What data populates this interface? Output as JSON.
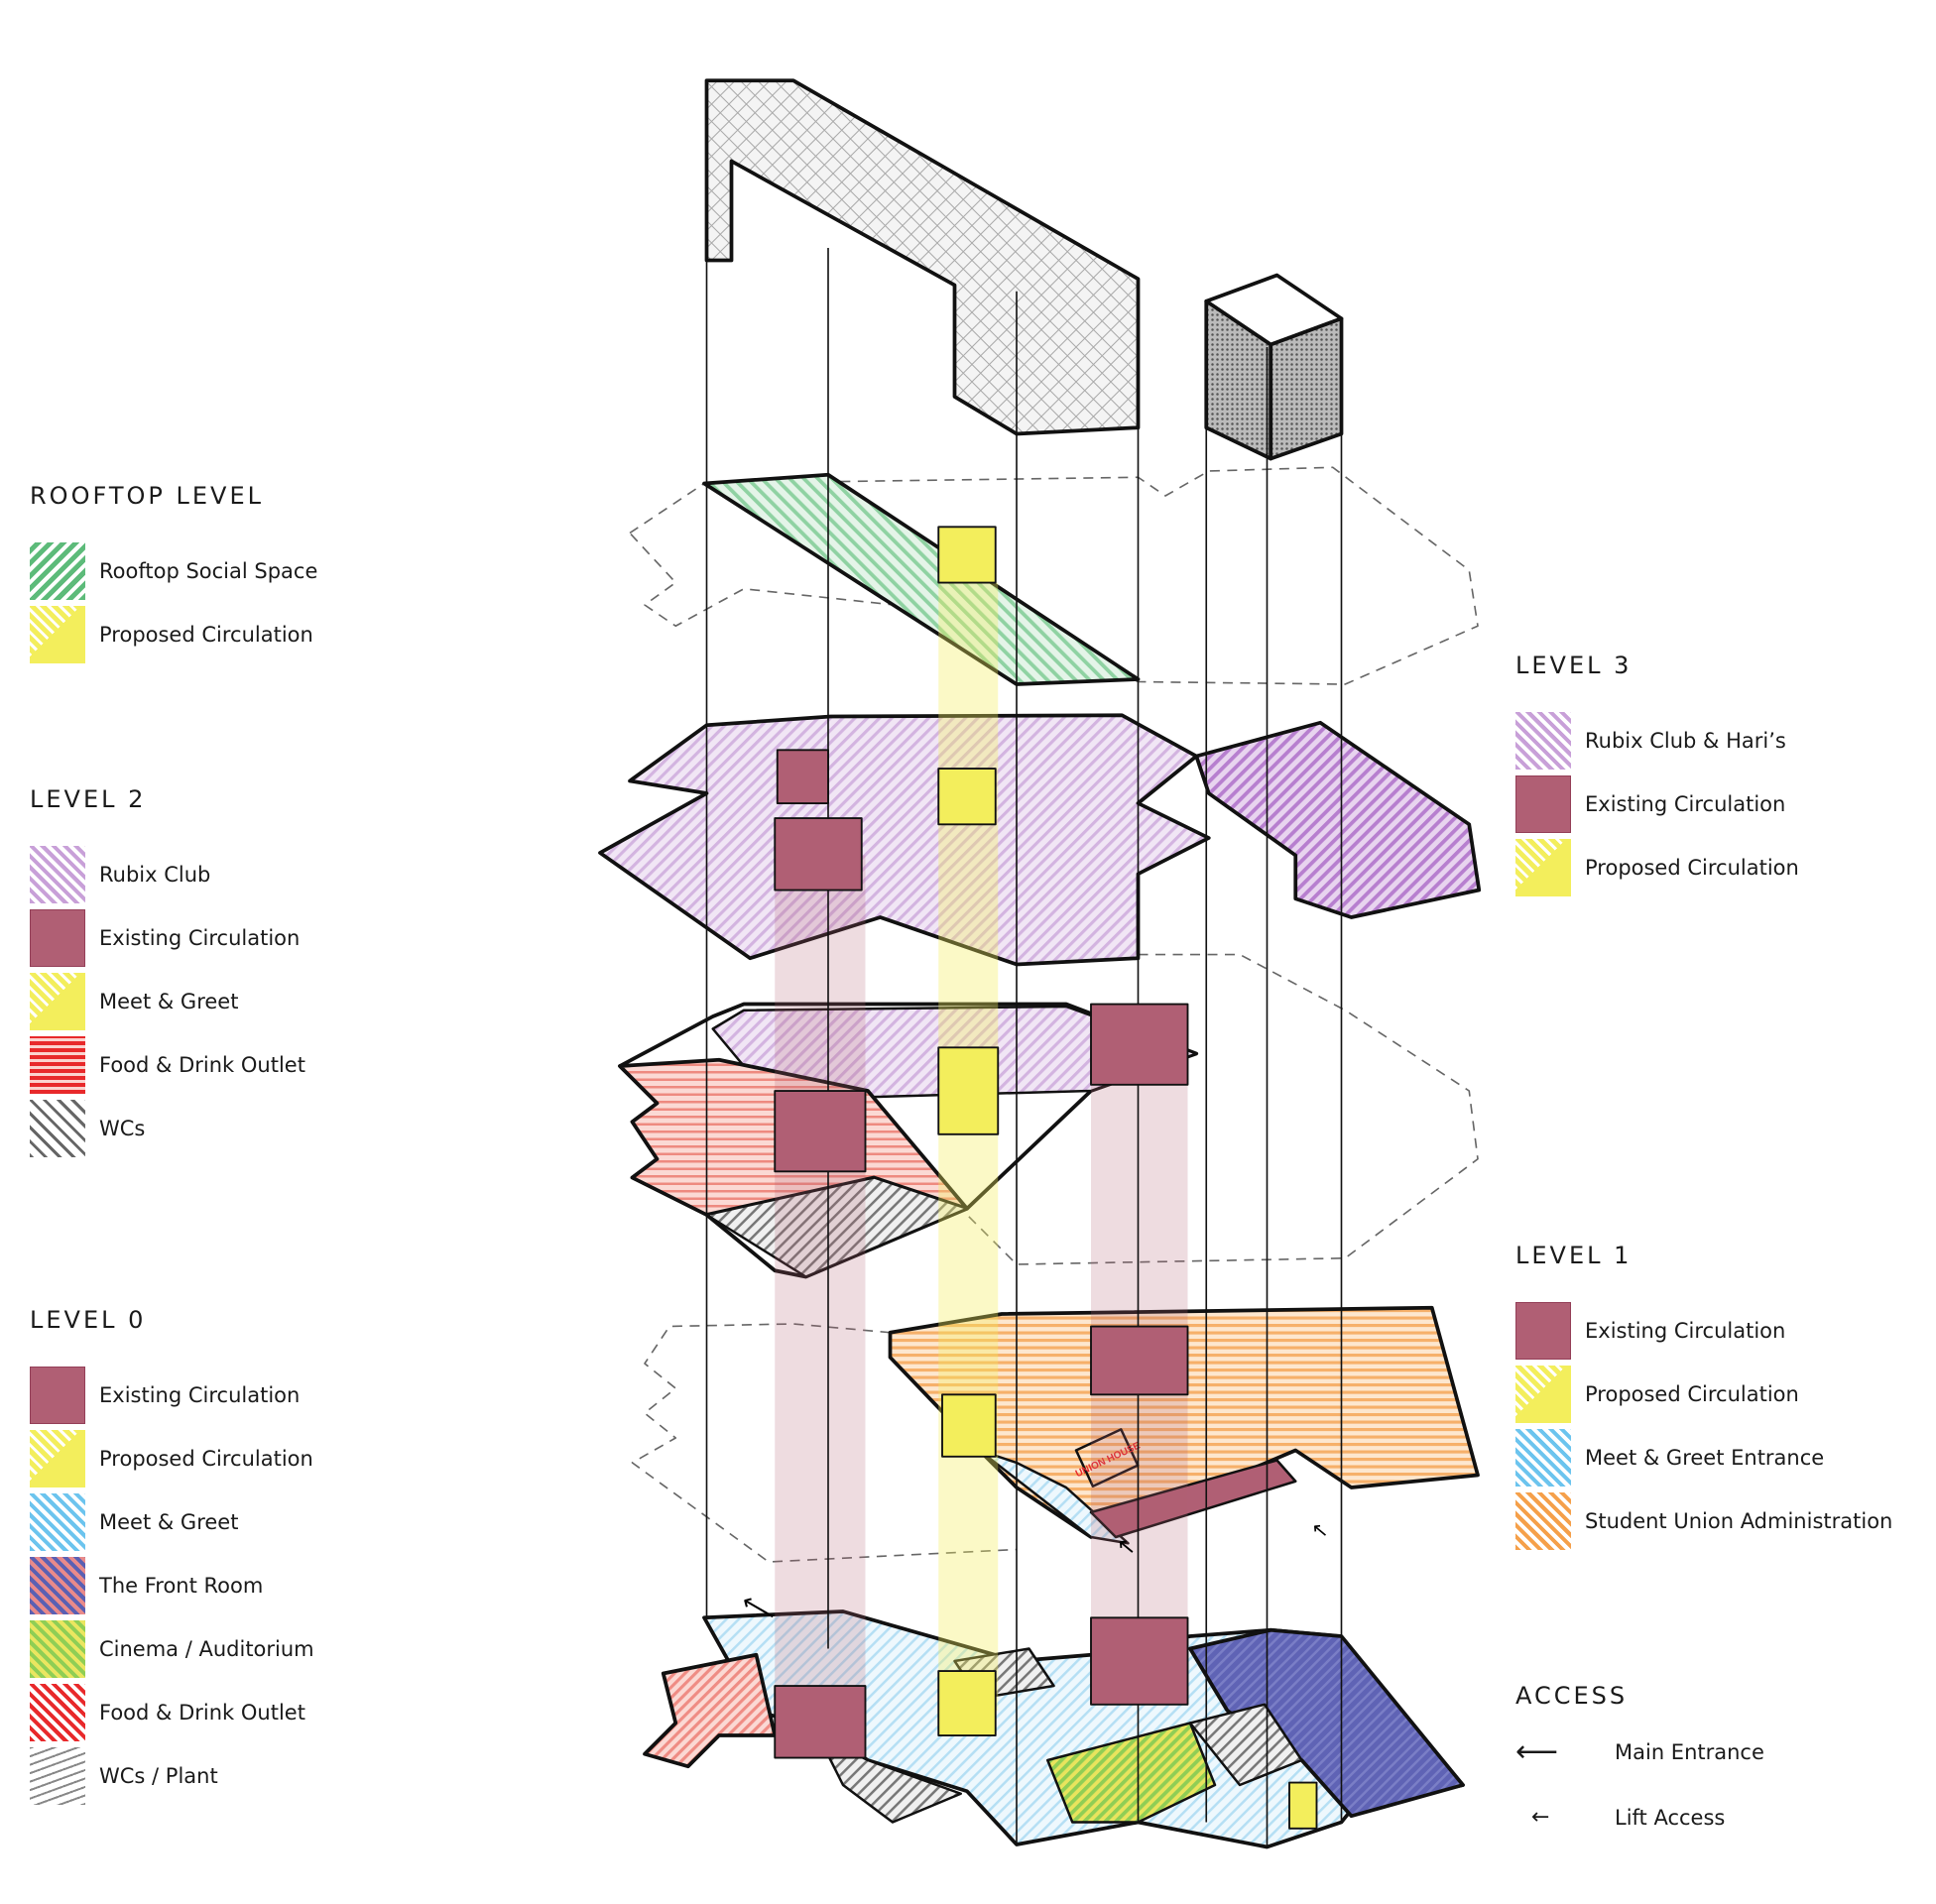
{
  "legends": {
    "rooftop": {
      "title": "ROOFTOP LEVEL",
      "items": [
        {
          "label": "Rooftop Social Space",
          "pattern": "green-hatch"
        },
        {
          "label": "Proposed Circulation",
          "pattern": "yellow"
        }
      ]
    },
    "level2": {
      "title": "LEVEL 2",
      "items": [
        {
          "label": "Rubix Club",
          "pattern": "purple-hatch"
        },
        {
          "label": "Existing Circulation",
          "pattern": "maroon"
        },
        {
          "label": "Meet & Greet",
          "pattern": "yellow"
        },
        {
          "label": "Food & Drink Outlet",
          "pattern": "red-stripes"
        },
        {
          "label": "WCs",
          "pattern": "gray-hatch"
        }
      ]
    },
    "level0": {
      "title": "LEVEL 0",
      "items": [
        {
          "label": "Existing Circulation",
          "pattern": "maroon"
        },
        {
          "label": "Proposed Circulation",
          "pattern": "yellow"
        },
        {
          "label": "Meet & Greet",
          "pattern": "blue-hatch"
        },
        {
          "label": "The Front Room",
          "pattern": "front-room"
        },
        {
          "label": "Cinema / Auditorium",
          "pattern": "cinema"
        },
        {
          "label": "Food & Drink Outlet",
          "pattern": "red-hatch"
        },
        {
          "label": "WCs / Plant",
          "pattern": "gray-plant"
        }
      ]
    },
    "level3": {
      "title": "LEVEL 3",
      "items": [
        {
          "label": "Rubix Club & Hari’s",
          "pattern": "purple-hatch"
        },
        {
          "label": "Existing Circulation",
          "pattern": "maroon"
        },
        {
          "label": "Proposed Circulation",
          "pattern": "yellow"
        }
      ]
    },
    "level1": {
      "title": "LEVEL 1",
      "items": [
        {
          "label": "Existing Circulation",
          "pattern": "maroon"
        },
        {
          "label": "Proposed Circulation",
          "pattern": "yellow"
        },
        {
          "label": "Meet & Greet Entrance",
          "pattern": "blue-hatch"
        },
        {
          "label": "Student Union Administration",
          "pattern": "orange-hatch"
        }
      ]
    }
  },
  "access": {
    "title": "ACCESS",
    "items": [
      {
        "label": "Main Entrance",
        "icon": "arrow-left-large-icon",
        "glyph": "⟵"
      },
      {
        "label": "Lift Access",
        "icon": "arrow-left-small-icon",
        "glyph": "←"
      }
    ]
  },
  "diagram": {
    "sign_text": "UNION HOUSE",
    "colors": {
      "green": "#5dbb7a",
      "yellow": "#f3ee5c",
      "purple": "#c8a0d8",
      "maroon": "#b05f74",
      "red": "#e8292b",
      "gray": "#666666",
      "blue": "#6cc4ee",
      "navy": "#5a60b3",
      "cinema": "#8fce55",
      "orange": "#f5a04a"
    }
  }
}
